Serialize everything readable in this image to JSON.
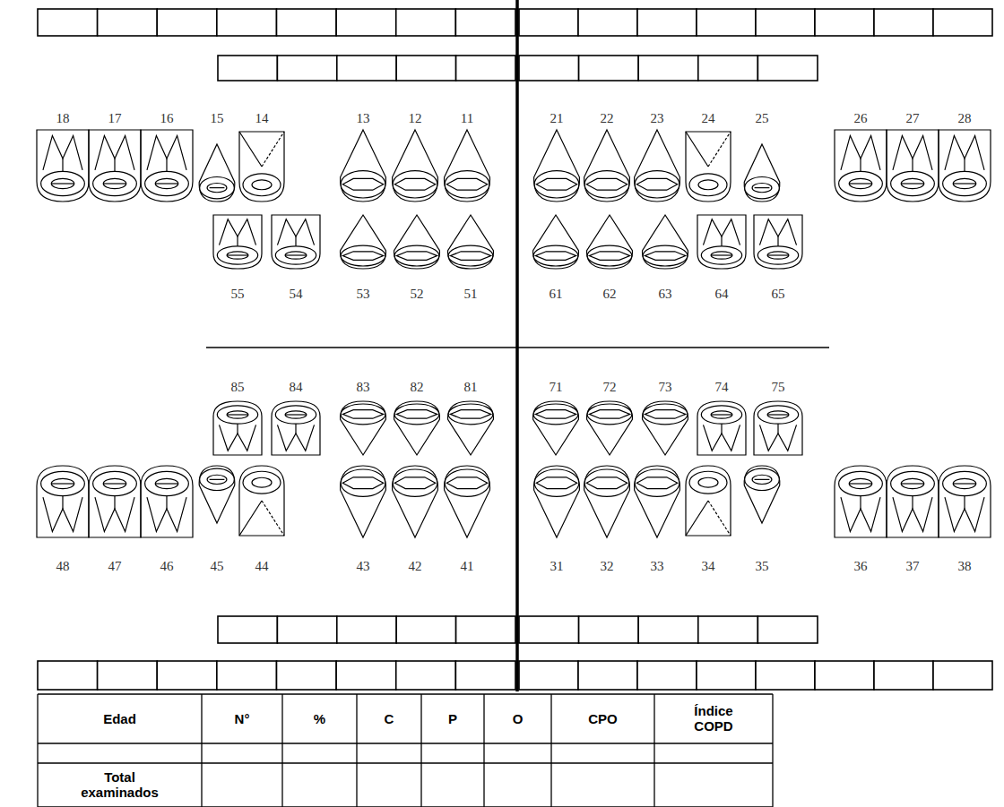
{
  "diagram": {
    "labels": [
      "18",
      "17",
      "16",
      "15",
      "14",
      "13",
      "12",
      "11",
      "21",
      "22",
      "23",
      "24",
      "25",
      "26",
      "27",
      "28",
      "55",
      "54",
      "53",
      "52",
      "51",
      "61",
      "62",
      "63",
      "64",
      "65",
      "85",
      "84",
      "83",
      "82",
      "81",
      "71",
      "72",
      "73",
      "74",
      "75",
      "48",
      "47",
      "46",
      "45",
      "44",
      "43",
      "42",
      "41",
      "31",
      "32",
      "33",
      "34",
      "35",
      "36",
      "37",
      "38",
      "Edad",
      "N°",
      "%",
      "C",
      "P",
      "O",
      "CPO",
      "Índice COPD",
      "Total examinados"
    ]
  }
}
